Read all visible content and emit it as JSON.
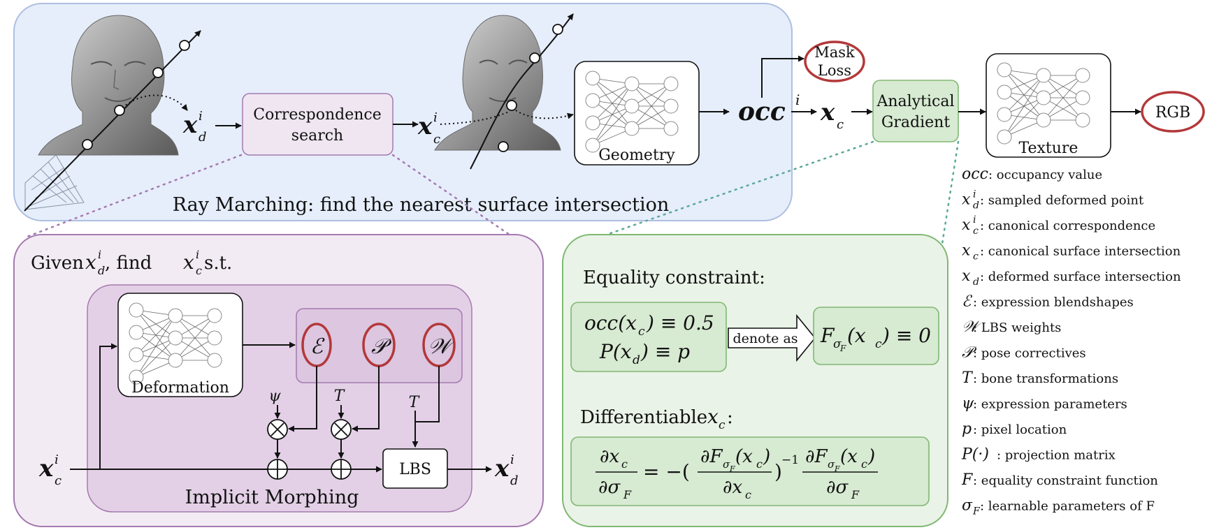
{
  "ray_marching": {
    "title": "Ray Marching: find the nearest surface intersection",
    "correspondence_box": [
      "Correspondence",
      "search"
    ],
    "geometry_label": "Geometry",
    "occ_label": "occ",
    "occ_sup": "i",
    "xd_label": "x",
    "xd_sub": "d",
    "xd_sup": "i",
    "xc_label": "x",
    "xc_sub": "c",
    "xc_sup": "i",
    "xc_out_label": "x",
    "xc_out_sub": "c"
  },
  "mask_loss": [
    "Mask",
    "Loss"
  ],
  "analytical_gradient": [
    "Analytical",
    "Gradient"
  ],
  "texture_label": "Texture",
  "rgb_label": "RGB",
  "implicit_morphing": {
    "given_prefix": "Given ",
    "given_mid": " , find ",
    "given_suffix": " s.t.",
    "deformation_label": "Deformation",
    "title": "Implicit Morphing",
    "blendshape_symbols": [
      "ℰ",
      "𝒫",
      "𝒲"
    ],
    "psi_symbol": "ψ",
    "t_symbol": "T",
    "lbs_label": "LBS",
    "x_symbol": "x",
    "c_sub": "c",
    "d_sub": "d",
    "i_sup": "i"
  },
  "equality": {
    "title": "Equality constraint:",
    "line1": "occ(x",
    "line1_end": ") ≡ 0.5",
    "line2": "P(x",
    "line2_end": ") ≡ p",
    "denote_as": "denote as",
    "rhs_prefix": "F",
    "rhs_sub": "σ",
    "rhs_subsub": "F",
    "rhs_suffix": "(x",
    "rhs_end": ") ≡ 0",
    "differentiable_prefix": "Differentiable  ",
    "differentiable_var": "x",
    "differentiable_sub": "c",
    "differentiable_suffix": ":",
    "eq_lhs_num": "∂x",
    "eq_lhs_den": "∂σ",
    "eq_mid": "= −(",
    "eq_paren_close": ")",
    "eq_exp": "−1",
    "eq_frac_num": "∂F",
    "eq_frac_num_suffix": "(x",
    "eq_frac_num_end": ")",
    "eq_frac1_den": "∂x",
    "eq_frac2_den": "∂σ",
    "eq_sub_c": "c",
    "eq_sub_F": "F",
    "eq_sub_sigmaF": "σ"
  },
  "legend": [
    {
      "sym": "occ",
      "sub": "",
      "sup": "",
      "desc": ": occupancy value"
    },
    {
      "sym": "x",
      "sub": "d",
      "sup": "i",
      "desc": ": sampled deformed point"
    },
    {
      "sym": "x",
      "sub": "c",
      "sup": "i",
      "desc": ": canonical correspondence"
    },
    {
      "sym": "x",
      "sub": "c",
      "sup": "",
      "desc": ": canonical surface intersection"
    },
    {
      "sym": "x",
      "sub": "d",
      "sup": "",
      "desc": ": deformed surface intersection"
    },
    {
      "sym": "ℰ",
      "sub": "",
      "sup": "",
      "desc": ": expression blendshapes"
    },
    {
      "sym": "𝒲",
      "sub": "",
      "sup": "",
      "desc": ": LBS weights"
    },
    {
      "sym": "𝒫",
      "sub": "",
      "sup": "",
      "desc": ": pose correctives"
    },
    {
      "sym": "T",
      "sub": "",
      "sup": "",
      "desc": ": bone transformations"
    },
    {
      "sym": "ψ",
      "sub": "",
      "sup": "",
      "desc": ": expression parameters"
    },
    {
      "sym": "p",
      "sub": "",
      "sup": "",
      "desc": ": pixel location"
    },
    {
      "sym": "P(·)",
      "sub": "",
      "sup": "",
      "desc": ": projection matrix"
    },
    {
      "sym": "F",
      "sub": "",
      "sup": "",
      "desc": ": equality constraint function"
    },
    {
      "sym": "σ",
      "sub": "F",
      "sup": "",
      "desc": ": learnable parameters of F"
    }
  ],
  "colors": {
    "ray_bg": "#e6eefb",
    "ray_border": "#aebfe0",
    "morph_outer_bg": "#f3ebf3",
    "morph_border": "#a47ab0",
    "morph_inner_bg": "#e3d0e6",
    "green_bg": "#eaf3e7",
    "green_box": "#d7ead2",
    "green_border": "#80b873",
    "red_circle": "#b3383a"
  }
}
